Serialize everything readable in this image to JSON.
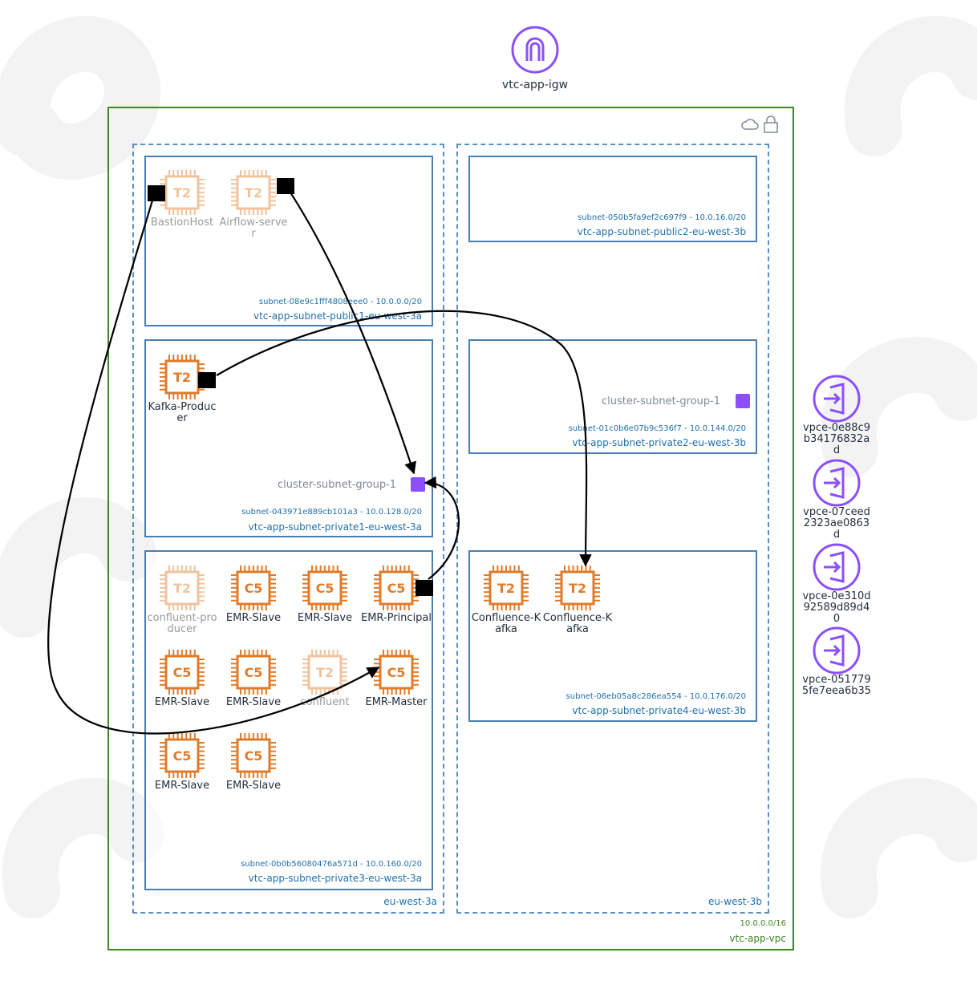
{
  "colors": {
    "vpc_border": "#3f8624",
    "az_border": "#5a8fc1",
    "subnet_border": "#4a7fb5",
    "ec2_orange": "#e07b2a",
    "ec2_faded": "#f2c39a",
    "endpoint_purple": "#8c4fff",
    "edge": "#000000"
  },
  "igw": {
    "label": "vtc-app-igw",
    "icon": "internet-gateway-icon"
  },
  "vpc": {
    "cidr": "10.0.0.0/16",
    "name": "vtc-app-vpc",
    "icons": [
      "cloud-icon",
      "lock-icon"
    ]
  },
  "azs": [
    {
      "label": "eu-west-3a"
    },
    {
      "label": "eu-west-3b"
    }
  ],
  "subnets": {
    "public1": {
      "id": "subnet-08e9c1fff4808eee0 - 10.0.0.0/20",
      "name": "vtc-app-subnet-public1-eu-west-3a"
    },
    "public2": {
      "id": "subnet-050b5fa9ef2c697f9 - 10.0.16.0/20",
      "name": "vtc-app-subnet-public2-eu-west-3b"
    },
    "private1": {
      "id": "subnet-043971e889cb101a3 - 10.0.128.0/20",
      "name": "vtc-app-subnet-private1-eu-west-3a"
    },
    "private2": {
      "id": "subnet-01c0b6e07b9c536f7 - 10.0.144.0/20",
      "name": "vtc-app-subnet-private2-eu-west-3b"
    },
    "private3": {
      "id": "subnet-0b0b56080476a571d - 10.0.160.0/20",
      "name": "vtc-app-subnet-private3-eu-west-3a"
    },
    "private4": {
      "id": "subnet-06eb05a8c286ea554 - 10.0.176.0/20",
      "name": "vtc-app-subnet-private4-eu-west-3b"
    }
  },
  "cluster_subnet_groups": [
    {
      "label": "cluster-subnet-group-1"
    },
    {
      "label": "cluster-subnet-group-1"
    }
  ],
  "instances": {
    "bastion": {
      "type": "T2",
      "label": "BastionHost",
      "faded": true
    },
    "airflow": {
      "type": "T2",
      "label": "Airflow-server",
      "faded": true
    },
    "kafka_producer": {
      "type": "T2",
      "label": "Kafka-Producer",
      "faded": false
    },
    "confluent_producer": {
      "type": "T2",
      "label": "confluent-producer",
      "faded": true
    },
    "emr_slave_1": {
      "type": "C5",
      "label": "EMR-Slave",
      "faded": false
    },
    "emr_slave_2": {
      "type": "C5",
      "label": "EMR-Slave",
      "faded": false
    },
    "emr_principal": {
      "type": "C5",
      "label": "EMR-Principal",
      "faded": false
    },
    "emr_slave_3": {
      "type": "C5",
      "label": "EMR-Slave",
      "faded": false
    },
    "emr_slave_4": {
      "type": "C5",
      "label": "EMR-Slave",
      "faded": false
    },
    "confluent": {
      "type": "T2",
      "label": "confluent",
      "faded": true
    },
    "emr_master": {
      "type": "C5",
      "label": "EMR-Master",
      "faded": false
    },
    "emr_slave_5": {
      "type": "C5",
      "label": "EMR-Slave",
      "faded": false
    },
    "emr_slave_6": {
      "type": "C5",
      "label": "EMR-Slave",
      "faded": false
    },
    "confluence_kafka_1": {
      "type": "T2",
      "label": "Confluence-Kafka",
      "faded": false
    },
    "confluence_kafka_2": {
      "type": "T2",
      "label": "Confluence-Kafka",
      "faded": false
    }
  },
  "endpoints": [
    {
      "label": "vpce-0e88c9b34176832ad"
    },
    {
      "label": "vpce-07ceed2323ae0863d"
    },
    {
      "label": "vpce-0e310d92589d89d40"
    },
    {
      "label": "vpce-0517795fe7eea6b35"
    }
  ],
  "edges": [
    {
      "from": "bastion",
      "to": "emr_master"
    },
    {
      "from": "airflow",
      "to": "cluster-subnet-group-private1"
    },
    {
      "from": "kafka_producer",
      "to": "confluence_kafka_2"
    },
    {
      "from": "emr_principal",
      "to": "cluster-subnet-group-private1"
    }
  ]
}
